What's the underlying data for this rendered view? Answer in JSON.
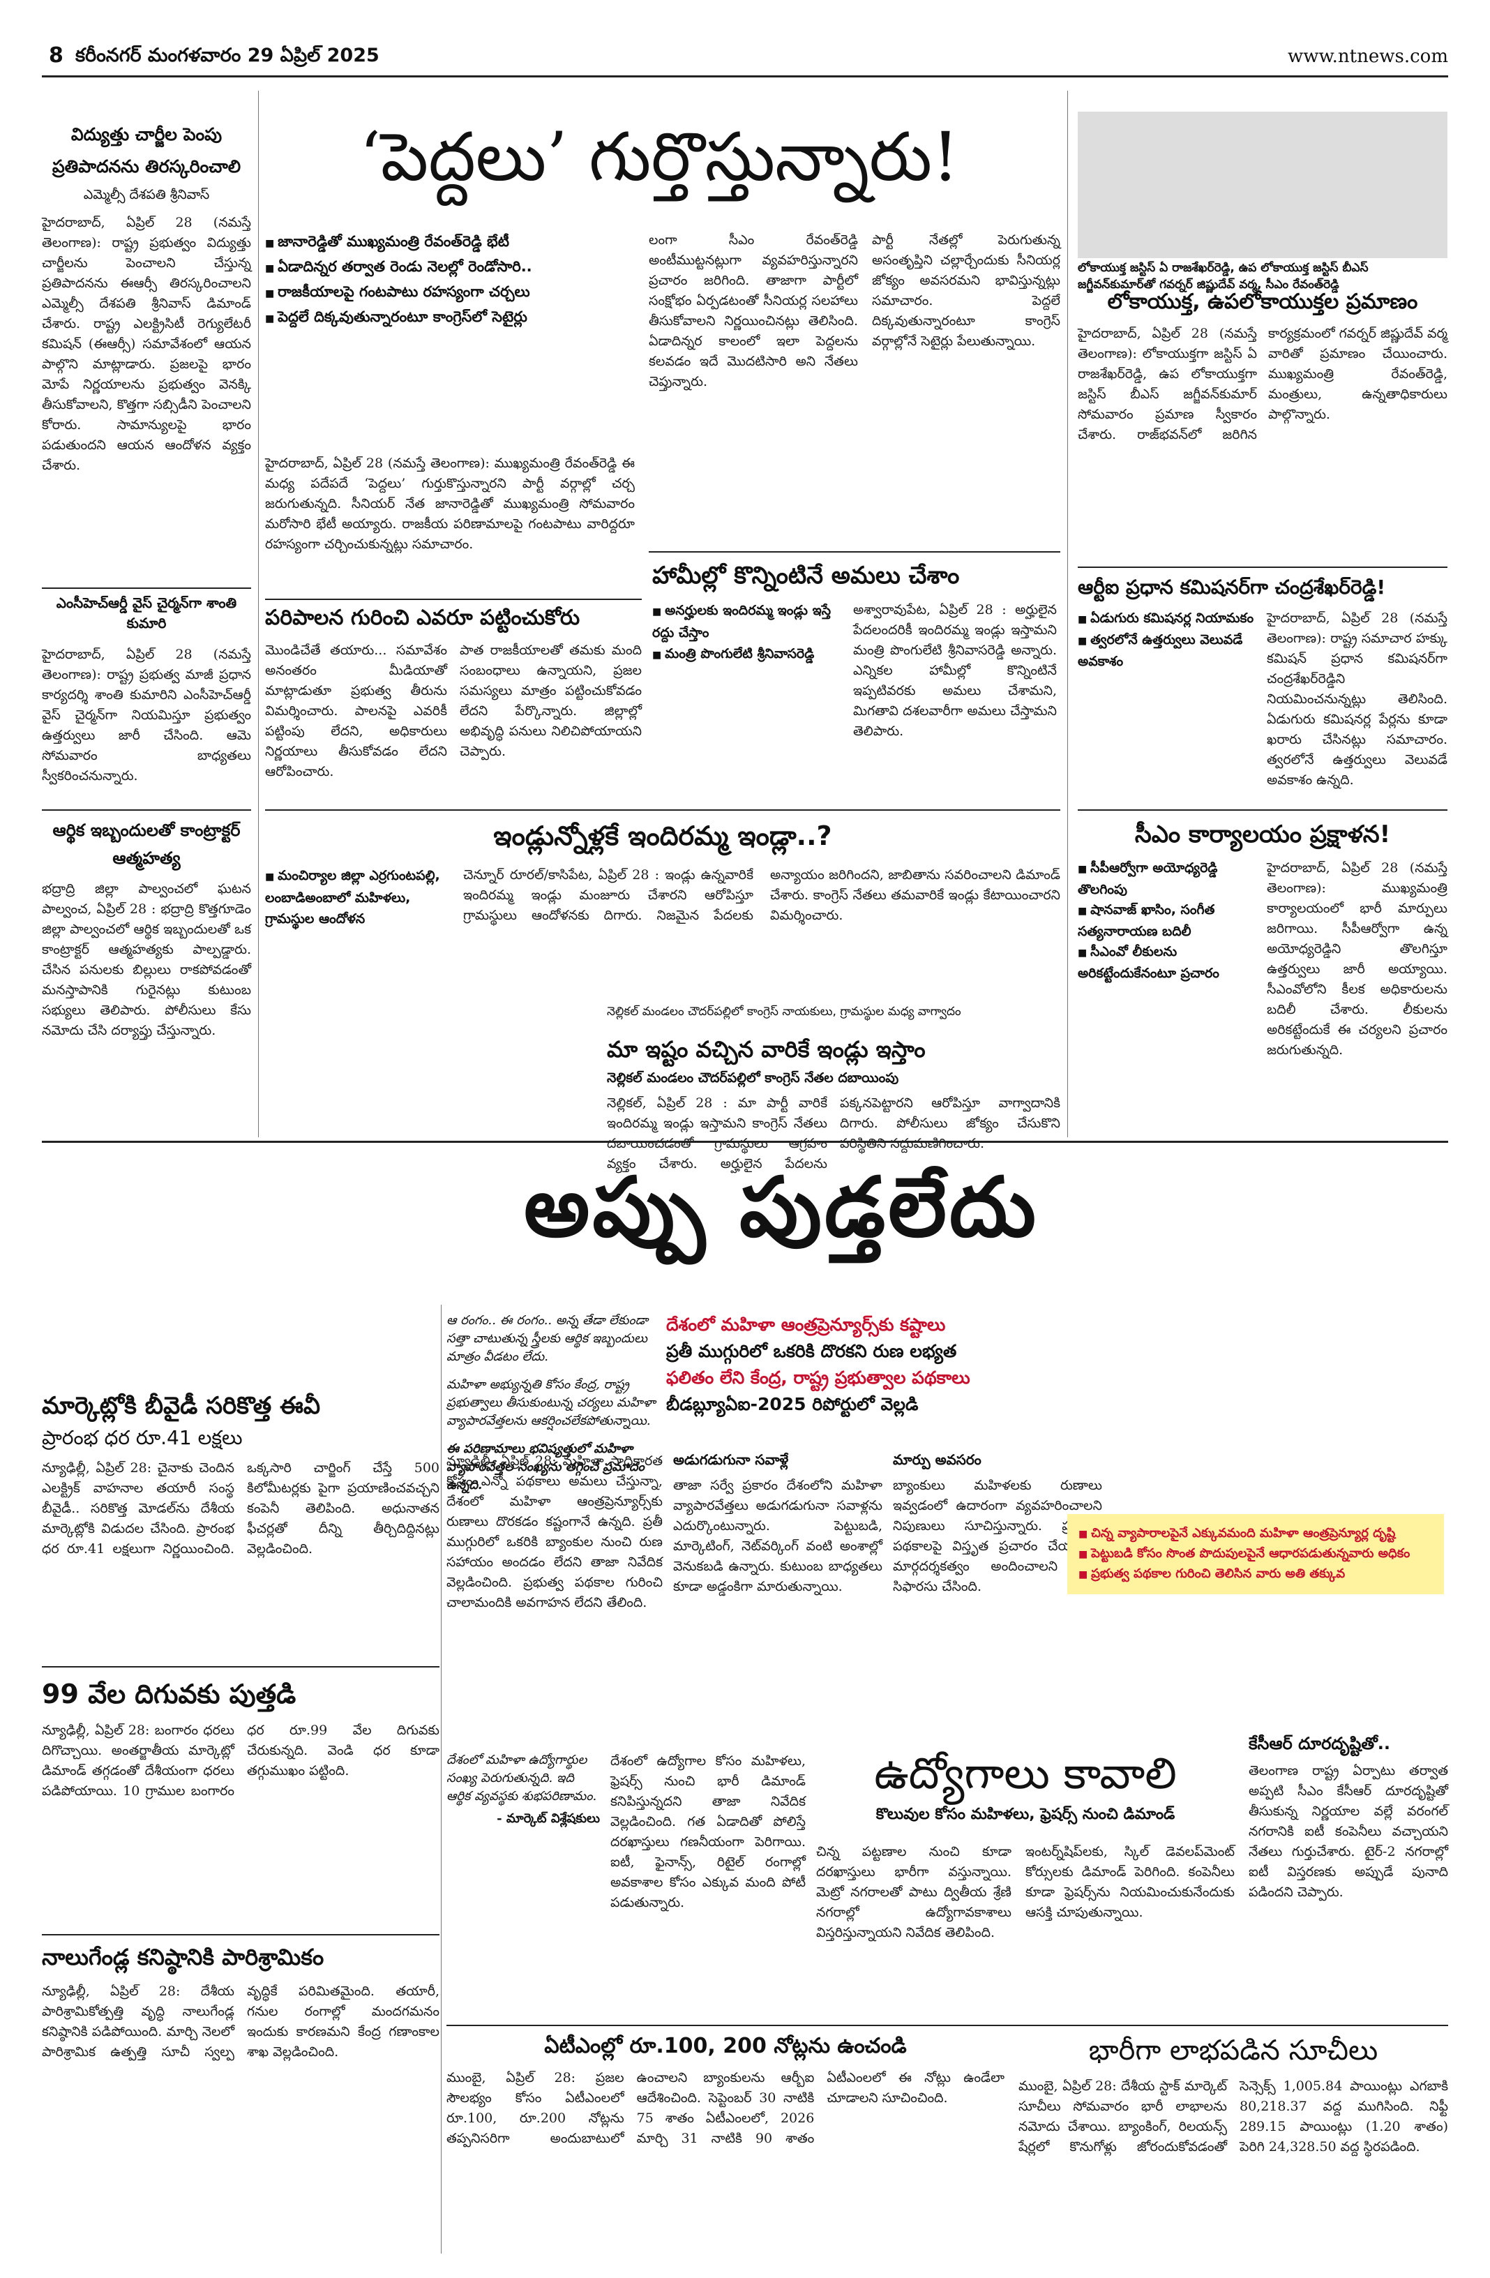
{
  "header": {
    "page_number": "8",
    "dateline": "కరీంనగర్ మంగళవారం 29 ఏప్రిల్ 2025",
    "website": "www.ntnews.com"
  },
  "story_electricity": {
    "title": "విద్యుత్తు చార్జీల పెంపు ప్రతిపాదనను తిరస్కరించాలి",
    "byline": "ఎమ్మెల్సీ దేశపతి శ్రీనివాస్",
    "body": "హైదరాబాద్, ఏప్రిల్ 28 (నమస్తే తెలంగాణ): రాష్ట్ర ప్రభుత్వం విద్యుత్తు చార్జీలను పెంచాలని చేస్తున్న ప్రతిపాదనను ఈఆర్సీ తిరస్కరించాలని ఎమ్మెల్సీ దేశపతి శ్రీనివాస్ డిమాండ్ చేశారు. రాష్ట్ర ఎలక్ట్రిసిటీ రెగ్యులేటరీ కమిషన్ (ఈఆర్సీ) సమావేశంలో ఆయన పాల్గొని మాట్లాడారు. ప్రజలపై భారం మోపే నిర్ణయాలను ప్రభుత్వం వెనక్కి తీసుకోవాలని, కొత్తగా సబ్సిడీని పెంచాలని కోరారు. సామాన్యులపై భారం పడుతుందని ఆయన ఆందోళన వ్యక్తం చేశారు."
  },
  "story_shanti": {
    "title": "ఎంసీహెచ్ఆర్డీ వైస్ చైర్మన్‌గా శాంతి కుమారి",
    "body": "హైదరాబాద్, ఏప్రిల్ 28 (నమస్తే తెలంగాణ): రాష్ట్ర ప్రభుత్వ మాజీ ప్రధాన కార్యదర్శి శాంతి కుమారిని ఎంసీహెచ్ఆర్డీ వైస్ చైర్మన్‌గా నియమిస్తూ ప్రభుత్వం ఉత్తర్వులు జారీ చేసింది. ఆమె సోమవారం బాధ్యతలు స్వీకరించనున్నారు."
  },
  "story_contractor": {
    "title": "ఆర్థిక ఇబ్బందులతో కాంట్రాక్టర్ ఆత్మహత్య",
    "body": "భద్రాద్రి జిల్లా పాల్వంచలో ఘటన పాల్వంచ, ఏప్రిల్ 28 : భద్రాద్రి కొత్తగూడెం జిల్లా పాల్వంచలో ఆర్థిక ఇబ్బందులతో ఒక కాంట్రాక్టర్ ఆత్మహత్యకు పాల్పడ్డారు. చేసిన పనులకు బిల్లులు రాకపోవడంతో మనస్తాపానికి గురైనట్లు కుటుంబ సభ్యులు తెలిపారు. పోలీసులు కేసు నమోదు చేసి దర్యాప్తు చేస్తున్నారు."
  },
  "story_elders": {
    "headline": "‘పెద్దలు’ గుర్తొస్తున్నారు!",
    "bullets": [
      "జానారెడ్డితో ముఖ్యమంత్రి రేవంత్‌రెడ్డి భేటీ",
      "ఏడాదిన్నర తర్వాత రెండు నెలల్లో రెండోసారి..",
      "రాజకీయాలపై గంటపాటు రహస్యంగా చర్చలు",
      "పెద్దలే దిక్కవుతున్నారంటూ కాంగ్రెస్‌లో సెటైర్లు"
    ],
    "body_1": "హైదరాబాద్, ఏప్రిల్ 28 (నమస్తే తెలంగాణ): ముఖ్యమంత్రి రేవంత్‌రెడ్డి ఈ మధ్య పదేపదే ‘పెద్దలు’ గుర్తుకొస్తున్నారని పార్టీ వర్గాల్లో చర్చ జరుగుతున్నది. సీనియర్ నేత జానారెడ్డితో ముఖ్యమంత్రి సోమవారం మరోసారి భేటీ అయ్యారు. రాజకీయ పరిణామాలపై గంటపాటు వారిద్దరూ రహస్యంగా చర్చించుకున్నట్లు సమాచారం.",
    "body_2": "లంగా సీఎం రేవంత్‌రెడ్డి అంటీముట్టనట్లుగా వ్యవహరిస్తున్నారని ప్రచారం జరిగింది. తాజాగా పార్టీలో సంక్షోభం ఏర్పడటంతో సీనియర్ల సలహాలు తీసుకోవాలని నిర్ణయించినట్లు తెలిసింది. ఏడాదిన్నర కాలంలో ఇలా పెద్దలను కలవడం ఇదే మొదటిసారి అని నేతలు చెప్తున్నారు.",
    "body_3": "పార్టీ నేతల్లో పెరుగుతున్న అసంతృప్తిని చల్లార్చేందుకు సీనియర్ల జోక్యం అవసరమని భావిస్తున్నట్లు సమాచారం. పెద్దలే దిక్కవుతున్నారంటూ కాంగ్రెస్ వర్గాల్లోనే సెటైర్లు పేలుతున్నాయి."
  },
  "story_governance": {
    "title": "పరిపాలన గురించి ఎవరూ పట్టించుకోరు",
    "body_1": "మొండిచేతే తయారు... సమావేశం అనంతరం మీడియాతో మాట్లాడుతూ ప్రభుత్వ తీరును విమర్శించారు. పాలనపై ఎవరికీ పట్టింపు లేదని, అధికారులు నిర్ణయాలు తీసుకోవడం లేదని ఆరోపించారు.",
    "body_2": "పాత రాజకీయాలతో తమకు మంది సంబంధాలు ఉన్నాయని, ప్రజల సమస్యలు మాత్రం పట్టించుకోవడం లేదని పేర్కొన్నారు. జిల్లాల్లో అభివృద్ధి పనులు నిలిచిపోయాయని చెప్పారు."
  },
  "story_promises": {
    "title": "హామీల్లో కొన్నింటినే అమలు చేశాం",
    "bullets": [
      "అనర్హులకు ఇందిరమ్మ ఇండ్లు ఇస్తే రద్దు చేస్తాం",
      "మంత్రి పొంగులేటి శ్రీనివాసరెడ్డి"
    ],
    "body": "అశ్వారావుపేట, ఏప్రిల్ 28 : అర్హులైన పేదలందరికీ ఇందిరమ్మ ఇండ్లు ఇస్తామని మంత్రి పొంగులేటి శ్రీనివాసరెడ్డి అన్నారు. ఎన్నికల హామీల్లో కొన్నింటినే ఇప్పటివరకు అమలు చేశామని, మిగతావి దశలవారీగా అమలు చేస్తామని తెలిపారు."
  },
  "story_indiramma": {
    "title": "ఇండ్లున్నోళ్లకే ఇందిరమ్మ ఇండ్లా..?",
    "bullets": [
      "మంచిర్యాల జిల్లా ఎర్రగుంటపల్లి, లంబాడిఅంబాలో మహిళలు, గ్రామస్థుల ఆందోళన"
    ],
    "body": "చెన్నూర్ రూరల్/కాసిపేట, ఏప్రిల్ 28 : ఇండ్లు ఉన్నవారికే ఇందిరమ్మ ఇండ్లు మంజూరు చేశారని ఆరోపిస్తూ గ్రామస్థులు ఆందోళనకు దిగారు. నిజమైన పేదలకు అన్యాయం జరిగిందని, జాబితాను సవరించాలని డిమాండ్ చేశారు. కాంగ్రెస్ నేతలు తమవారికే ఇండ్లు కేటాయించారని విమర్శించారు."
  },
  "story_lokayukta": {
    "photo_caption": "లోకాయుక్త జస్టిస్ ఏ రాజశేఖర్‌రెడ్డి, ఉప లోకాయుక్త జస్టిస్ బీఎస్ జగ్జీవన్‌కుమార్‌తో గవర్నర్ జిష్ణుదేవ్ వర్మ, సీఎం రేవంత్‌రెడ్డి",
    "title": "లోకాయుక్త, ఉపలోకాయుక్తల ప్రమాణం",
    "body": "హైదరాబాద్, ఏప్రిల్ 28 (నమస్తే తెలంగాణ): లోకాయుక్తగా జస్టిస్ ఏ రాజశేఖర్‌రెడ్డి, ఉప లోకాయుక్తగా జస్టిస్ బీఎస్ జగ్జీవన్‌కుమార్ సోమవారం ప్రమాణ స్వీకారం చేశారు. రాజ్‌భవన్‌లో జరిగిన కార్యక్రమంలో గవర్నర్ జిష్ణుదేవ్ వర్మ వారితో ప్రమాణం చేయించారు. ముఖ్యమంత్రి రేవంత్‌రెడ్డి, మంత్రులు, ఉన్నతాధికారులు పాల్గొన్నారు."
  },
  "story_rti": {
    "title": "ఆర్టీఐ ప్రధాన కమిషనర్‌గా చంద్రశేఖర్‌రెడ్డి!",
    "bullets": [
      "ఏడుగురు కమిషనర్ల నియామకం",
      "త్వరలోనే ఉత్తర్వులు వెలువడే అవకాశం"
    ],
    "body": "హైదరాబాద్, ఏప్రిల్ 28 (నమస్తే తెలంగాణ): రాష్ట్ర సమాచార హక్కు కమిషన్ ప్రధాన కమిషనర్‌గా చంద్రశేఖర్‌రెడ్డిని నియమించనున్నట్లు తెలిసింది. ఏడుగురు కమిషనర్ల పేర్లను కూడా ఖరారు చేసినట్లు సమాచారం. త్వరలోనే ఉత్తర్వులు వెలువడే అవకాశం ఉన్నది."
  },
  "story_cmo": {
    "title": "సీఎం కార్యాలయం ప్రక్షాళన!",
    "bullets": [
      "సీపీఆర్వోగా అయోధ్యరెడ్డి తొలగింపు",
      "షానవాజ్ ఖాసిం, సంగీత సత్యనారాయణ బదిలీ",
      "సీఎంవో లీకులను అరికట్టేందుకేనంటూ ప్రచారం"
    ],
    "body": "హైదరాబాద్, ఏప్రిల్ 28 (నమస్తే తెలంగాణ): ముఖ్యమంత్రి కార్యాలయంలో భారీ మార్పులు జరిగాయి. సీపీఆర్వోగా ఉన్న అయోధ్యరెడ్డిని తొలగిస్తూ ఉత్తర్వులు జారీ అయ్యాయి. సీఎంవోలోని కీలక అధికారులను బదిలీ చేశారు. లీకులను అరికట్టేందుకే ఈ చర్యలని ప్రచారం జరుగుతున్నది."
  },
  "story_houses": {
    "kicker": "నెల్లికల్ మండలం చౌదర్‌పల్లిలో కాంగ్రెస్ నాయకులు, గ్రామస్థుల మధ్య వాగ్వాదం",
    "title": "మా ఇష్టం వచ్చిన వారికే ఇండ్లు ఇస్తాం",
    "sub": "నెల్లికల్ మండలం చౌదర్‌పల్లిలో కాంగ్రెస్ నేతల దబాయింపు",
    "body": "నెల్లికల్, ఏప్రిల్ 28 : మా పార్టీ వారికే ఇందిరమ్మ ఇండ్లు ఇస్తామని కాంగ్రెస్ నేతలు దబాయించడంతో గ్రామస్థులు ఆగ్రహం వ్యక్తం చేశారు. అర్హులైన పేదలను పక్కనపెట్టారని ఆరోపిస్తూ వాగ్వాదానికి దిగారు. పోలీసులు జోక్యం చేసుకొని పరిస్థితిని సద్దుమణిగించారు."
  },
  "story_loan": {
    "headline": "అప్పు పుడ్తలేదు",
    "intro": "ఆ రంగం.. ఈ రంగం.. అన్న తేడా లేకుండా సత్తా చాటుతున్న స్త్రీలకు ఆర్థిక ఇబ్బందులు మాత్రం వీడటం లేదు.",
    "quote": "మహిళా అభ్యున్నతి కోసం కేంద్ర, రాష్ట్ర ప్రభుత్వాలు తీసుకుంటున్న చర్యలు మహిళా వ్యాపారవేత్తలను ఆకర్షించలేకపోతున్నాయి.",
    "highlight": "ఈ పరిణామాలు భవిష్యత్తులో మహిళా వ్యాపారవేత్తల సంఖ్యను తగ్గించే ప్రమాదం ఉన్నది.",
    "subhead_1": "దేశంలో మహిళా ఆంత్రప్రెన్యూర్స్‌కు కష్టాలు",
    "subhead_2": "ప్రతీ ముగ్గురిలో ఒకరికి దొరకని రుణ లభ్యత",
    "subhead_3": "ఫలితం లేని కేంద్ర, రాష్ట్ర ప్రభుత్వాల పథకాలు",
    "subhead_4": "బీడబ్ల్యూఏఐ-2025 రిపోర్టులో వెల్లడి",
    "body_1": "న్యూఢిల్లీ, ఏప్రిల్ 28: మహిళా సాధికారత కోసం ఎన్నో పథకాలు అమలు చేస్తున్నా, దేశంలో మహిళా ఆంత్రప్రెన్యూర్స్‌కు రుణాలు దొరకడం కష్టంగానే ఉన్నది. ప్రతీ ముగ్గురిలో ఒకరికి బ్యాంకుల నుంచి రుణ సహాయం అందడం లేదని తాజా నివేదిక వెల్లడించింది. ప్రభుత్వ పథకాల గురించి చాలామందికి అవగాహన లేదని తేలింది.",
    "subhead_inline_1": "అడుగడుగునా సవాళ్లే",
    "body_2": "తాజా సర్వే ప్రకారం దేశంలోని మహిళా వ్యాపారవేత్తలు అడుగడుగునా సవాళ్లను ఎదుర్కొంటున్నారు. పెట్టుబడి, మార్కెటింగ్, నెట్‌వర్కింగ్ వంటి అంశాల్లో వెనుకబడి ఉన్నారు. కుటుంబ బాధ్యతలు కూడా అడ్డంకిగా మారుతున్నాయి.",
    "subhead_inline_2": "మార్పు అవసరం",
    "body_3": "బ్యాంకులు మహిళలకు రుణాలు ఇవ్వడంలో ఉదారంగా వ్యవహరించాలని నిపుణులు సూచిస్తున్నారు. ప్రభుత్వ పథకాలపై విస్తృత ప్రచారం చేయాలని, మార్గదర్శకత్వం అందించాలని సర్వే సిఫారసు చేసింది.",
    "yellow_box": [
      "చిన్న వ్యాపారాలపైనే ఎక్కువమంది మహిళా ఆంత్రప్రెన్యూర్ల దృష్టి",
      "పెట్టుబడి కోసం సొంత పొదుపులపైనే ఆధారపడుతున్నవారు అధికం",
      "ప్రభుత్వ పథకాల గురించి తెలిసిన వారు అతి తక్కువ"
    ]
  },
  "story_ev": {
    "title": "మార్కెట్లోకి బీవైడీ సరికొత్త ఈవీ",
    "sub": "ప్రారంభ ధర రూ.41 లక్షలు",
    "body": "న్యూఢిల్లీ, ఏప్రిల్ 28: చైనాకు చెందిన ఎలక్ట్రిక్ వాహనాల తయారీ సంస్థ బీవైడీ.. సరికొత్త మోడల్‌ను దేశీయ మార్కెట్లోకి విడుదల చేసింది. ప్రారంభ ధర రూ.41 లక్షలుగా నిర్ణయించింది. ఒక్కసారి చార్జింగ్ చేస్తే 500 కిలోమీటర్లకు పైగా ప్రయాణించవచ్చని కంపెనీ తెలిపింది. అధునాతన ఫీచర్లతో దీన్ని తీర్చిదిద్దినట్లు వెల్లడించింది."
  },
  "story_gold": {
    "title": "99 వేల దిగువకు పుత్తడి",
    "body": "న్యూఢిల్లీ, ఏప్రిల్ 28: బంగారం ధరలు దిగొచ్చాయి. అంతర్జాతీయ మార్కెట్లో డిమాండ్ తగ్గడంతో దేశీయంగా ధరలు పడిపోయాయి. 10 గ్రాముల బంగారం ధర రూ.99 వేల దిగువకు చేరుకున్నది. వెండి ధర కూడా తగ్గుముఖం పట్టింది."
  },
  "story_nalgonda": {
    "title": "నాలుగేండ్ల కనిష్ఠానికి పారిశ్రామికం",
    "body": "న్యూఢిల్లీ, ఏప్రిల్ 28: దేశీయ పారిశ్రామికోత్పత్తి వృద్ధి నాలుగేండ్ల కనిష్ఠానికి పడిపోయింది. మార్చి నెలలో పారిశ్రామిక ఉత్పత్తి సూచీ స్వల్ప వృద్ధికే పరిమితమైంది. తయారీ, గనుల రంగాల్లో మందగమనం ఇందుకు కారణమని కేంద్ర గణాంకాల శాఖ వెల్లడించింది."
  },
  "story_jobs": {
    "title": "ఉద్యోగాలు కావాలి",
    "sub": "కొలువుల కోసం మహిళలు, ఫ్రెషర్స్ నుంచి డిమాండ్",
    "quote": "దేశంలో మహిళా ఉద్యోగార్థుల సంఖ్య పెరుగుతున్నది. ఇది ఆర్థిక వ్యవస్థకు శుభపరిణామం.",
    "quote_author": "- మార్కెట్ విశ్లేషకులు",
    "body_1": "దేశంలో ఉద్యోగాల కోసం మహిళలు, ఫ్రెషర్స్ నుంచి భారీ డిమాండ్ కనిపిస్తున్నదని తాజా నివేదిక వెల్లడించింది. గత ఏడాదితో పోలిస్తే దరఖాస్తులు గణనీయంగా పెరిగాయి. ఐటీ, ఫైనాన్స్, రిటైల్ రంగాల్లో అవకాశాల కోసం ఎక్కువ మంది పోటీ పడుతున్నారు.",
    "body_2": "చిన్న పట్టణాల నుంచి కూడా దరఖాస్తులు భారీగా వస్తున్నాయి. మెట్రో నగరాలతో పాటు ద్వితీయ శ్రేణి నగరాల్లో ఉద్యోగావకాశాలు విస్తరిస్తున్నాయని నివేదిక తెలిపింది.",
    "body_3": "ఇంటర్న్‌షిప్‌లకు, స్కిల్ డెవలప్‌మెంట్ కోర్సులకు డిమాండ్ పెరిగింది. కంపెనీలు కూడా ఫ్రెషర్స్‌ను నియమించుకునేందుకు ఆసక్తి చూపుతున్నాయి."
  },
  "story_kcr": {
    "title": "కేసీఆర్ దూరదృష్టితో..",
    "body": "తెలంగాణ రాష్ట్ర ఏర్పాటు తర్వాత అప్పటి సీఎం కేసీఆర్ దూరదృష్టితో తీసుకున్న నిర్ణయాల వల్లే వరంగల్ నగరానికి ఐటీ కంపెనీలు వచ్చాయని నేతలు గుర్తుచేశారు. టైర్-2 నగరాల్లో ఐటీ విస్తరణకు అప్పుడే పునాది పడిందని చెప్పారు."
  },
  "story_atm": {
    "title": "ఏటీఎంల్లో రూ.100, 200 నోట్లను ఉంచండి",
    "body": "ముంబై, ఏప్రిల్ 28: ప్రజల సౌలభ్యం కోసం ఏటీఎంలలో రూ.100, రూ.200 నోట్లను తప్పనిసరిగా అందుబాటులో ఉంచాలని బ్యాంకులను ఆర్బీఐ ఆదేశించింది. సెప్టెంబర్ 30 నాటికి 75 శాతం ఏటీఎంలలో, 2026 మార్చి 31 నాటికి 90 శాతం ఏటీఎంలలో ఈ నోట్లు ఉండేలా చూడాలని సూచించింది."
  },
  "story_markets": {
    "title": "భారీగా లాభపడిన సూచీలు",
    "body": "ముంబై, ఏప్రిల్ 28: దేశీయ స్టాక్ మార్కెట్ సూచీలు సోమవారం భారీ లాభాలను నమోదు చేశాయి. బ్యాంకింగ్, రిలయన్స్ షేర్లలో కొనుగోళ్లు జోరందుకోవడంతో సెన్సెక్స్ 1,005.84 పాయింట్లు ఎగబాకి 80,218.37 వద్ద ముగిసింది. నిఫ్టీ 289.15 పాయింట్లు (1.20 శాతం) పెరిగి 24,328.50 వద్ద స్థిరపడింది."
  }
}
